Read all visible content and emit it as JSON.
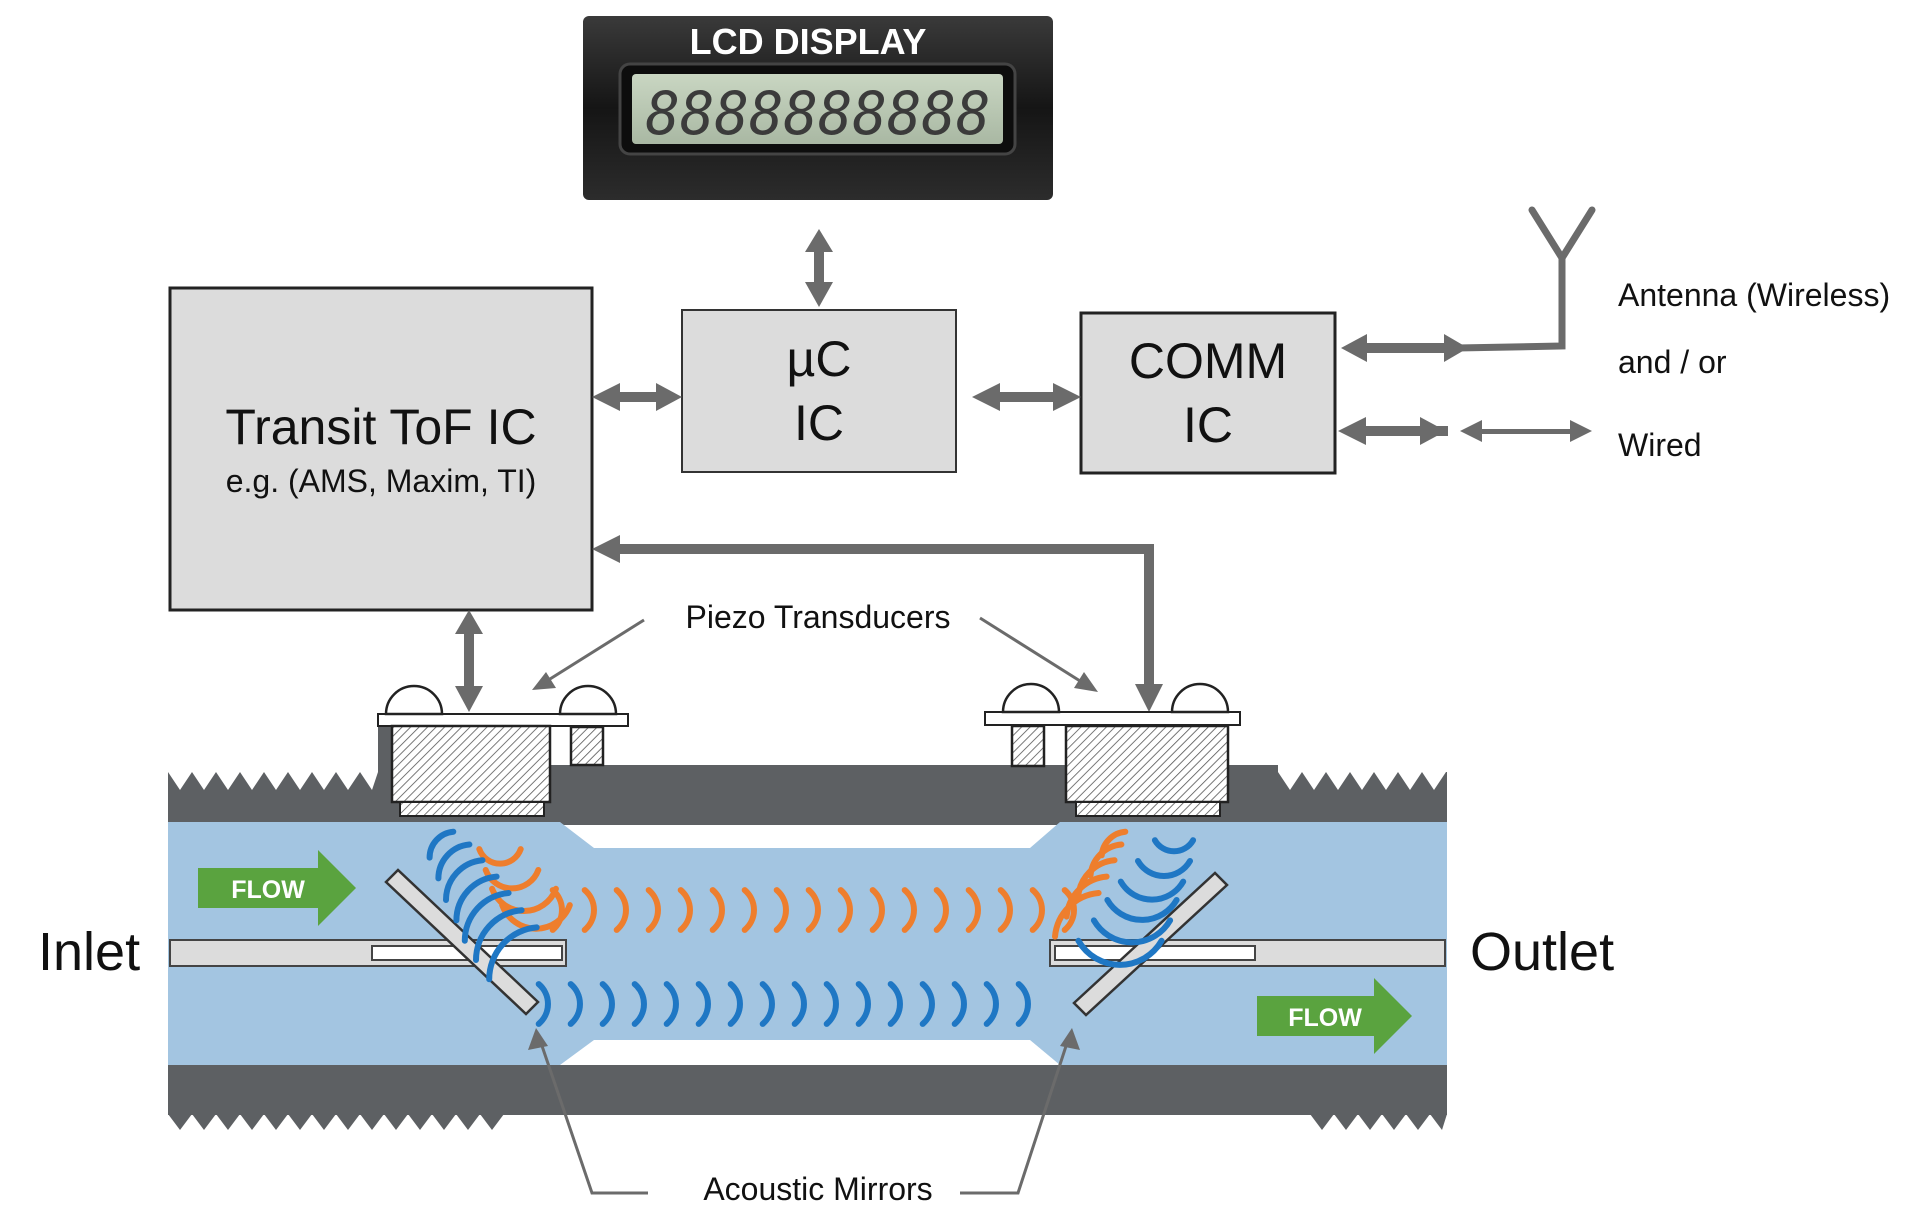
{
  "lcd": {
    "title": "LCD DISPLAY",
    "readout": "8888888888"
  },
  "blocks": {
    "tof_title": "Transit ToF IC",
    "tof_subtitle": "e.g. (AMS, Maxim, TI)",
    "uc_line1": "µC",
    "uc_line2": "IC",
    "comm_line1": "COMM",
    "comm_line2": "IC"
  },
  "connectivity": {
    "antenna": "Antenna (Wireless)",
    "andor": "and / or",
    "wired": "Wired"
  },
  "labels": {
    "piezo": "Piezo Transducers",
    "mirrors": "Acoustic Mirrors",
    "inlet": "Inlet",
    "outlet": "Outlet",
    "flow_in": "FLOW",
    "flow_out": "FLOW"
  },
  "colors": {
    "wave_orange": "#ee7e2d",
    "wave_blue": "#1f77c4",
    "water": "#a3c5e1",
    "pipe": "#5d6063",
    "block_fill": "#dcdcdc",
    "arrow": "#6b6b6b",
    "flow_green": "#5aa33f"
  }
}
